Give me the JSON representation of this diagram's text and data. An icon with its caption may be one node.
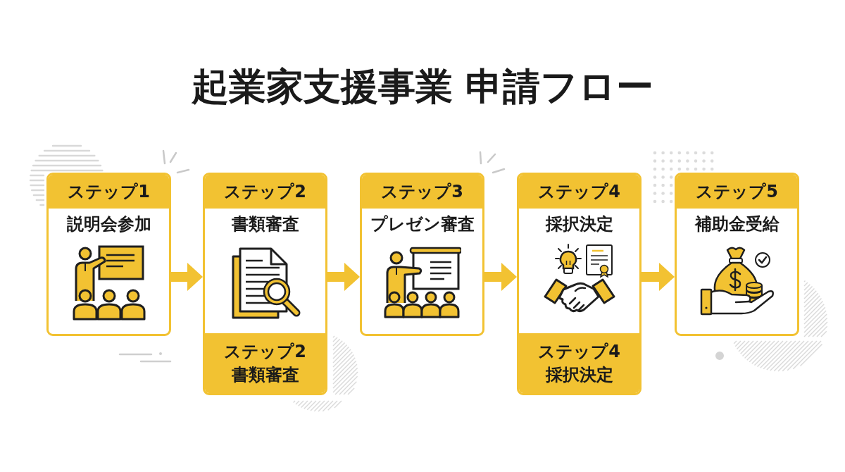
{
  "diagram": {
    "title": "起業家支援事業 申請フロー",
    "nodes": [
      {
        "text": [
          "ステップ1",
          "説明会参加"
        ]
      },
      {
        "text": [
          "ステップ2",
          "書類審査"
        ]
      },
      {
        "text": [
          "ステップ2",
          "書類審査"
        ],
        "in": 1
      },
      {
        "text": [
          "ステップ3",
          "プレゼン審査"
        ]
      },
      {
        "text": [
          "ステップ4",
          "採択決定"
        ]
      },
      {
        "text": [
          "ステップ4",
          "採択決定"
        ],
        "in": 4
      },
      {
        "text": [
          "ステップ5",
          "補助金受給"
        ]
      }
    ],
    "edges": [
      {
        "from": 0,
        "to": 1,
        "arrow": "to"
      },
      {
        "from": 1,
        "to": 3,
        "arrow": "to"
      },
      {
        "from": 3,
        "to": 4,
        "arrow": "to"
      },
      {
        "from": 4,
        "to": 6,
        "arrow": "to"
      }
    ]
  }
}
